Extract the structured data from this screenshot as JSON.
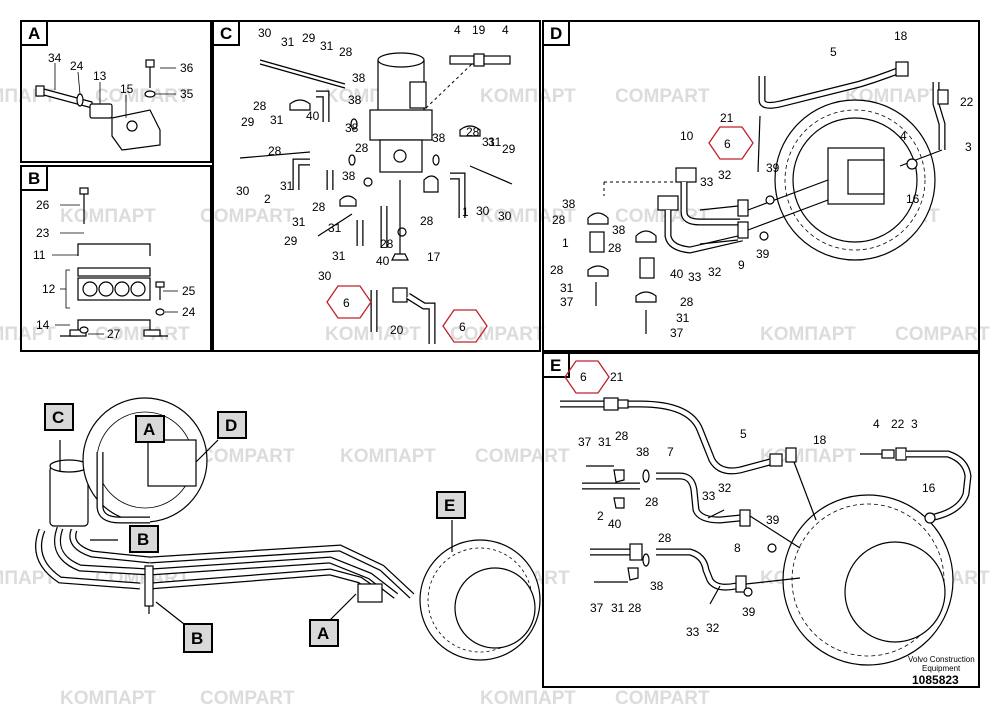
{
  "watermark": {
    "text_1": "KOMПАРТ",
    "text_2": "COMPART"
  },
  "sections": {
    "A": "A",
    "B": "B",
    "C": "C",
    "D": "D",
    "E": "E"
  },
  "overview_callouts": {
    "C": "C",
    "A_top": "A",
    "D": "D",
    "B_right": "B",
    "B_bottom": "B",
    "E": "E",
    "A_bottom": "A"
  },
  "section_a": {
    "labels": [
      "34",
      "24",
      "13",
      "15",
      "36",
      "35"
    ]
  },
  "section_b": {
    "labels": [
      "26",
      "23",
      "11",
      "12",
      "25",
      "24",
      "14",
      "27"
    ]
  },
  "section_c": {
    "labels": [
      "30",
      "31",
      "29",
      "31",
      "28",
      "38",
      "4",
      "19",
      "4",
      "28",
      "31",
      "40",
      "38",
      "38",
      "29",
      "28",
      "31",
      "38",
      "28",
      "31",
      "29",
      "28",
      "30",
      "31",
      "38",
      "30",
      "2",
      "31",
      "28",
      "31",
      "28",
      "1",
      "30",
      "29",
      "31",
      "40",
      "28",
      "17",
      "30",
      "6",
      "20",
      "6"
    ]
  },
  "section_d": {
    "labels": [
      "5",
      "18",
      "21",
      "22",
      "10",
      "6",
      "4",
      "3",
      "33",
      "32",
      "39",
      "16",
      "38",
      "28",
      "38",
      "1",
      "28",
      "28",
      "40",
      "32",
      "9",
      "39",
      "33",
      "31",
      "37",
      "28",
      "31",
      "37"
    ]
  },
  "section_e": {
    "labels": [
      "6",
      "21",
      "5",
      "18",
      "4",
      "22",
      "3",
      "37",
      "31",
      "28",
      "38",
      "7",
      "33",
      "32",
      "16",
      "28",
      "2",
      "40",
      "28",
      "39",
      "8",
      "38",
      "37",
      "31",
      "28",
      "39",
      "33",
      "32"
    ]
  },
  "footer": {
    "brand_line_1": "Volvo Construction",
    "brand_line_2": "Equipment",
    "doc_number": "1085823"
  }
}
